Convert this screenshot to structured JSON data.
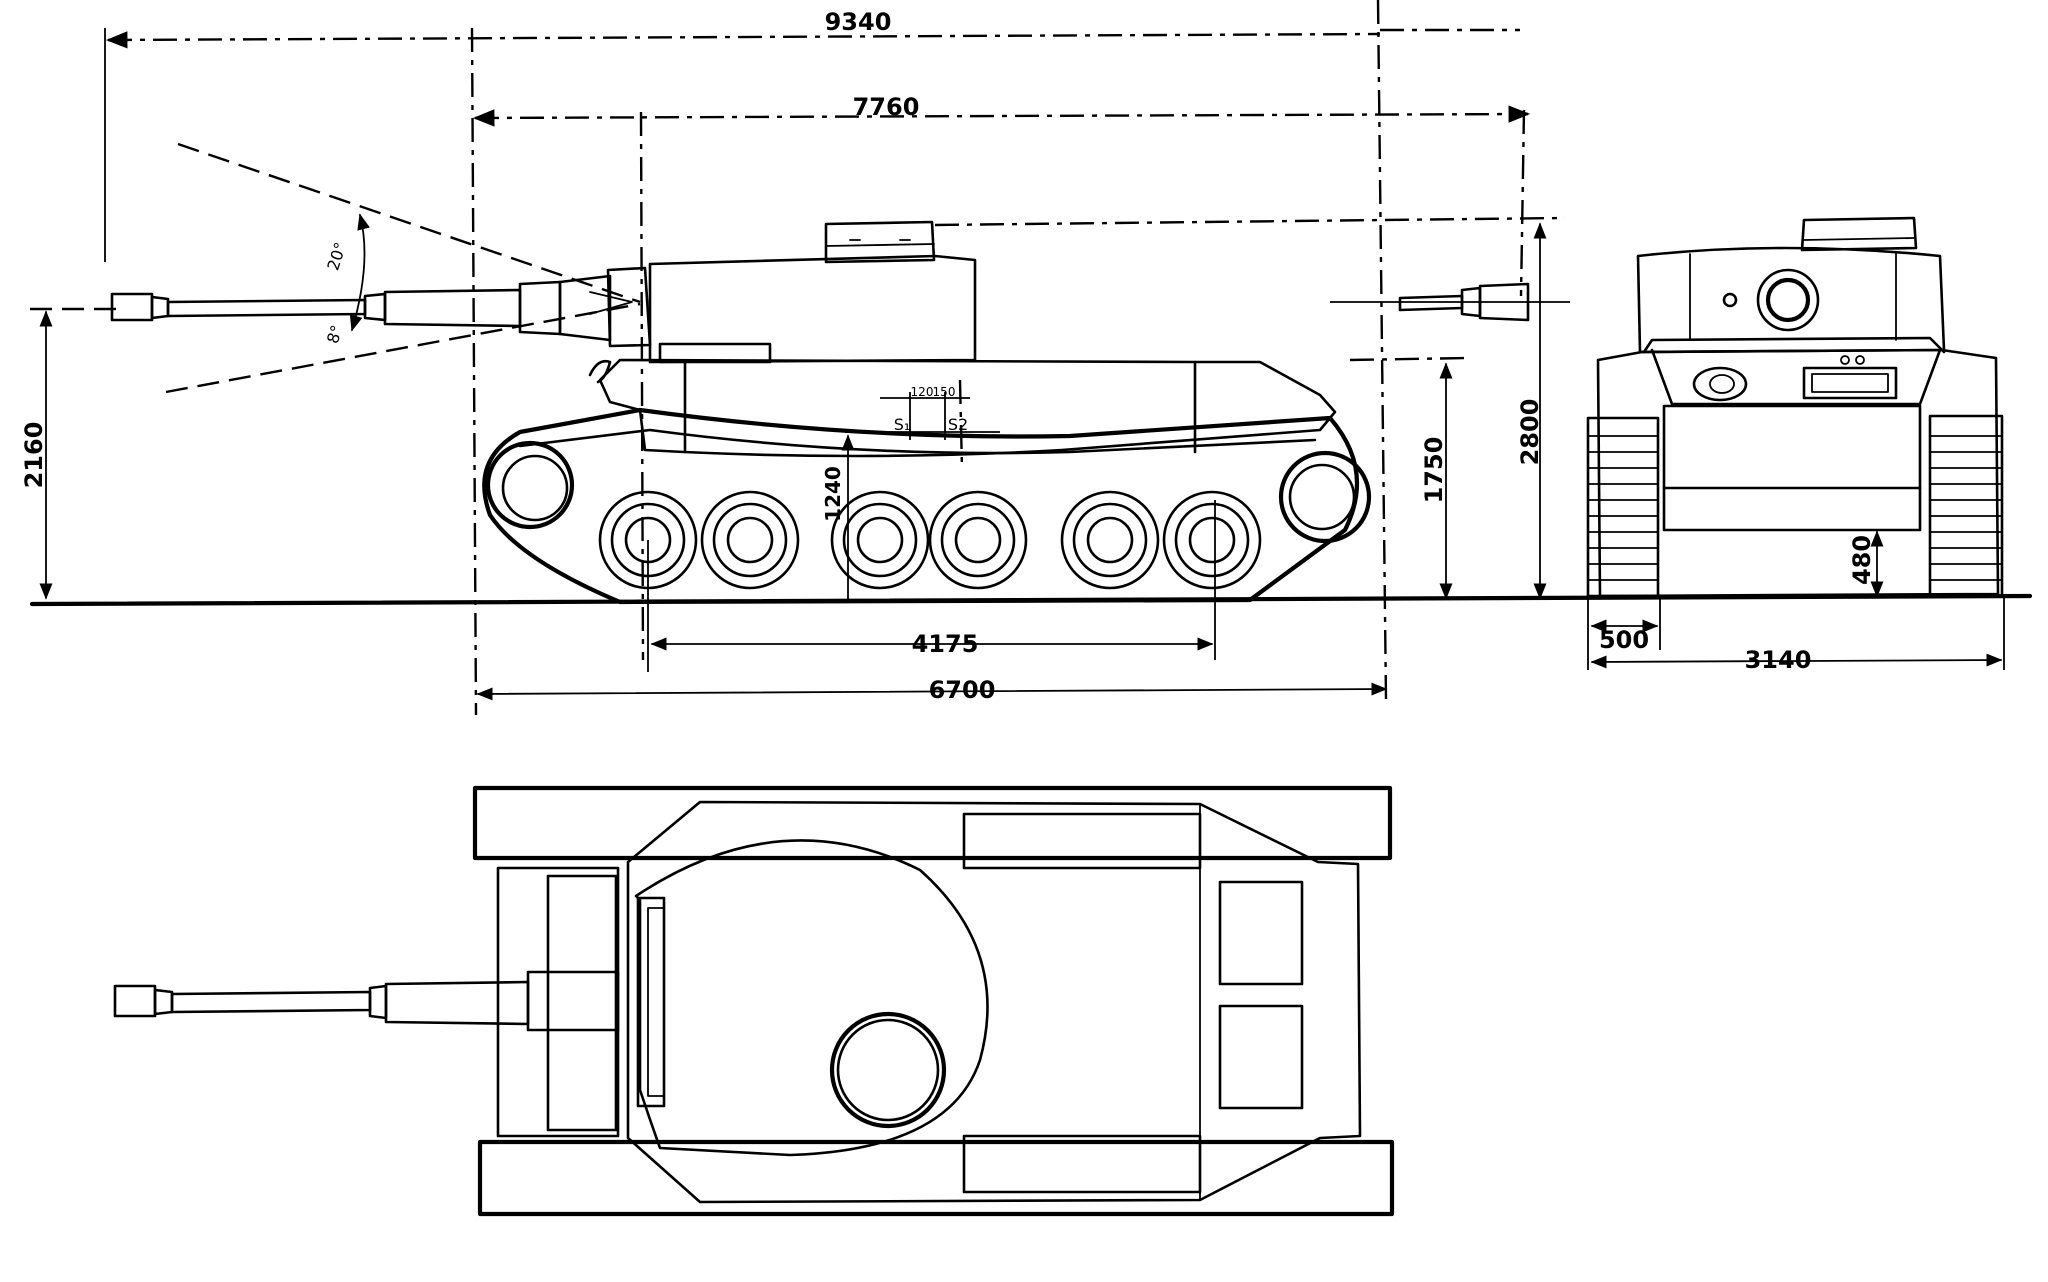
{
  "dimensions": {
    "overall_length_with_gun": "9340",
    "length_front_to_rear": "7760",
    "hull_length": "6700",
    "wheelbase": "4175",
    "gun_axis_height": "2160",
    "hull_height": "1750",
    "overall_height": "2800",
    "ground_clearance": "480",
    "track_width": "500",
    "overall_width": "3140",
    "reference_height": "1240"
  },
  "angles": {
    "elevation": "20°",
    "depression": "8°"
  },
  "small_labels": {
    "s1": "S₁",
    "s2": "S2",
    "a": "120",
    "b": "150"
  }
}
